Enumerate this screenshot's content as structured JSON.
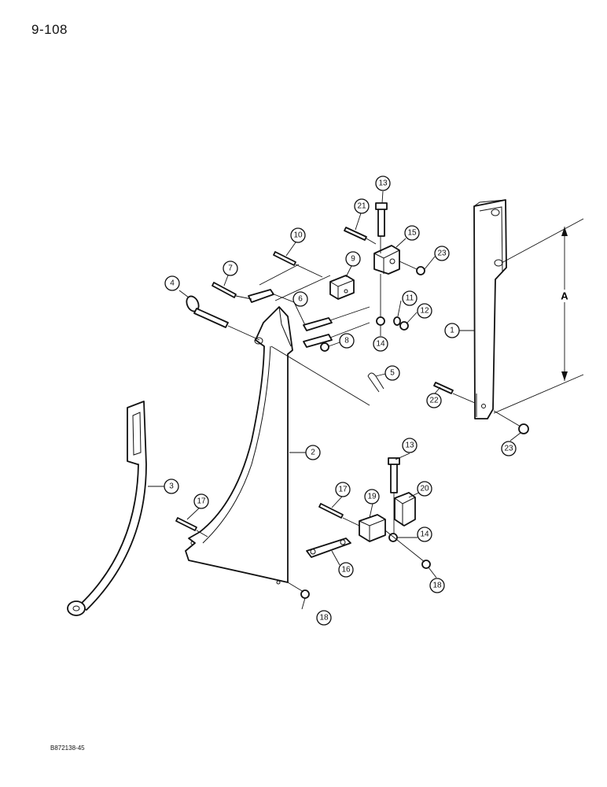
{
  "page": {
    "page_number": "9-108",
    "figure_code": "B872138-45"
  },
  "diagram": {
    "dimension_label": "A",
    "callouts": [
      {
        "id": "c1",
        "label": "1"
      },
      {
        "id": "c2",
        "label": "2"
      },
      {
        "id": "c3",
        "label": "3"
      },
      {
        "id": "c4",
        "label": "4"
      },
      {
        "id": "c5",
        "label": "5"
      },
      {
        "id": "c6",
        "label": "6"
      },
      {
        "id": "c7",
        "label": "7"
      },
      {
        "id": "c8",
        "label": "8"
      },
      {
        "id": "c9",
        "label": "9"
      },
      {
        "id": "c10",
        "label": "10"
      },
      {
        "id": "c11",
        "label": "11"
      },
      {
        "id": "c12",
        "label": "12"
      },
      {
        "id": "c13a",
        "label": "13"
      },
      {
        "id": "c13b",
        "label": "13"
      },
      {
        "id": "c14a",
        "label": "14"
      },
      {
        "id": "c14b",
        "label": "14"
      },
      {
        "id": "c15",
        "label": "15"
      },
      {
        "id": "c16",
        "label": "16"
      },
      {
        "id": "c17a",
        "label": "17"
      },
      {
        "id": "c17b",
        "label": "17"
      },
      {
        "id": "c18a",
        "label": "18"
      },
      {
        "id": "c18b",
        "label": "18"
      },
      {
        "id": "c19",
        "label": "19"
      },
      {
        "id": "c20",
        "label": "20"
      },
      {
        "id": "c21",
        "label": "21"
      },
      {
        "id": "c22",
        "label": "22"
      },
      {
        "id": "c23a",
        "label": "23"
      },
      {
        "id": "c23b",
        "label": "23"
      }
    ]
  }
}
